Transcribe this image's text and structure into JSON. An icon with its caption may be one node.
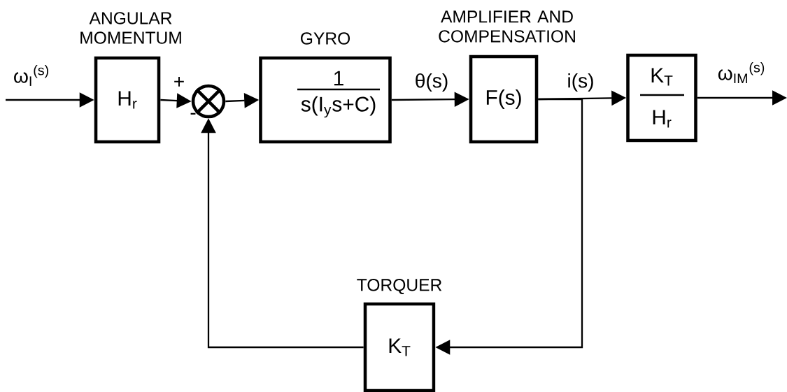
{
  "diagram": {
    "nodes": [
      {
        "text": [
          "ANGULAR MOMENTUM",
          "H$_{r}$"
        ]
      },
      {
        "text": [],
        "shape": "circle"
      },
      {
        "text": [
          "GYRO",
          "1",
          "s(I$_{y}$s+C)"
        ]
      },
      {
        "text": [
          "AMPLIFIER AND COMPENSATION",
          "F(s)"
        ]
      },
      {
        "text": [
          "K$_{T}$",
          "H$_{r}$"
        ]
      },
      {
        "text": [
          "TORQUER",
          "K$_{T}$"
        ]
      }
    ],
    "edges": [
      {
        "from": null,
        "to": 0,
        "arrow": "to",
        "label": "ω$_{I}$$^{(s)}$"
      },
      {
        "from": 0,
        "to": 1,
        "arrow": "to",
        "label": "+"
      },
      {
        "from": 1,
        "to": 2,
        "arrow": "to"
      },
      {
        "from": 2,
        "to": 3,
        "arrow": "to",
        "label": "θ(s)"
      },
      {
        "from": 3,
        "to": 4,
        "arrow": "to",
        "label": "i(s)"
      },
      {
        "from": 3,
        "to": 5,
        "arrow": "to"
      },
      {
        "from": 4,
        "to": null,
        "arrow": "to",
        "label": "ω$_{IM}$$^{(s)}$"
      },
      {
        "from": 5,
        "to": 1,
        "arrow": "to",
        "label": "-"
      }
    ]
  }
}
